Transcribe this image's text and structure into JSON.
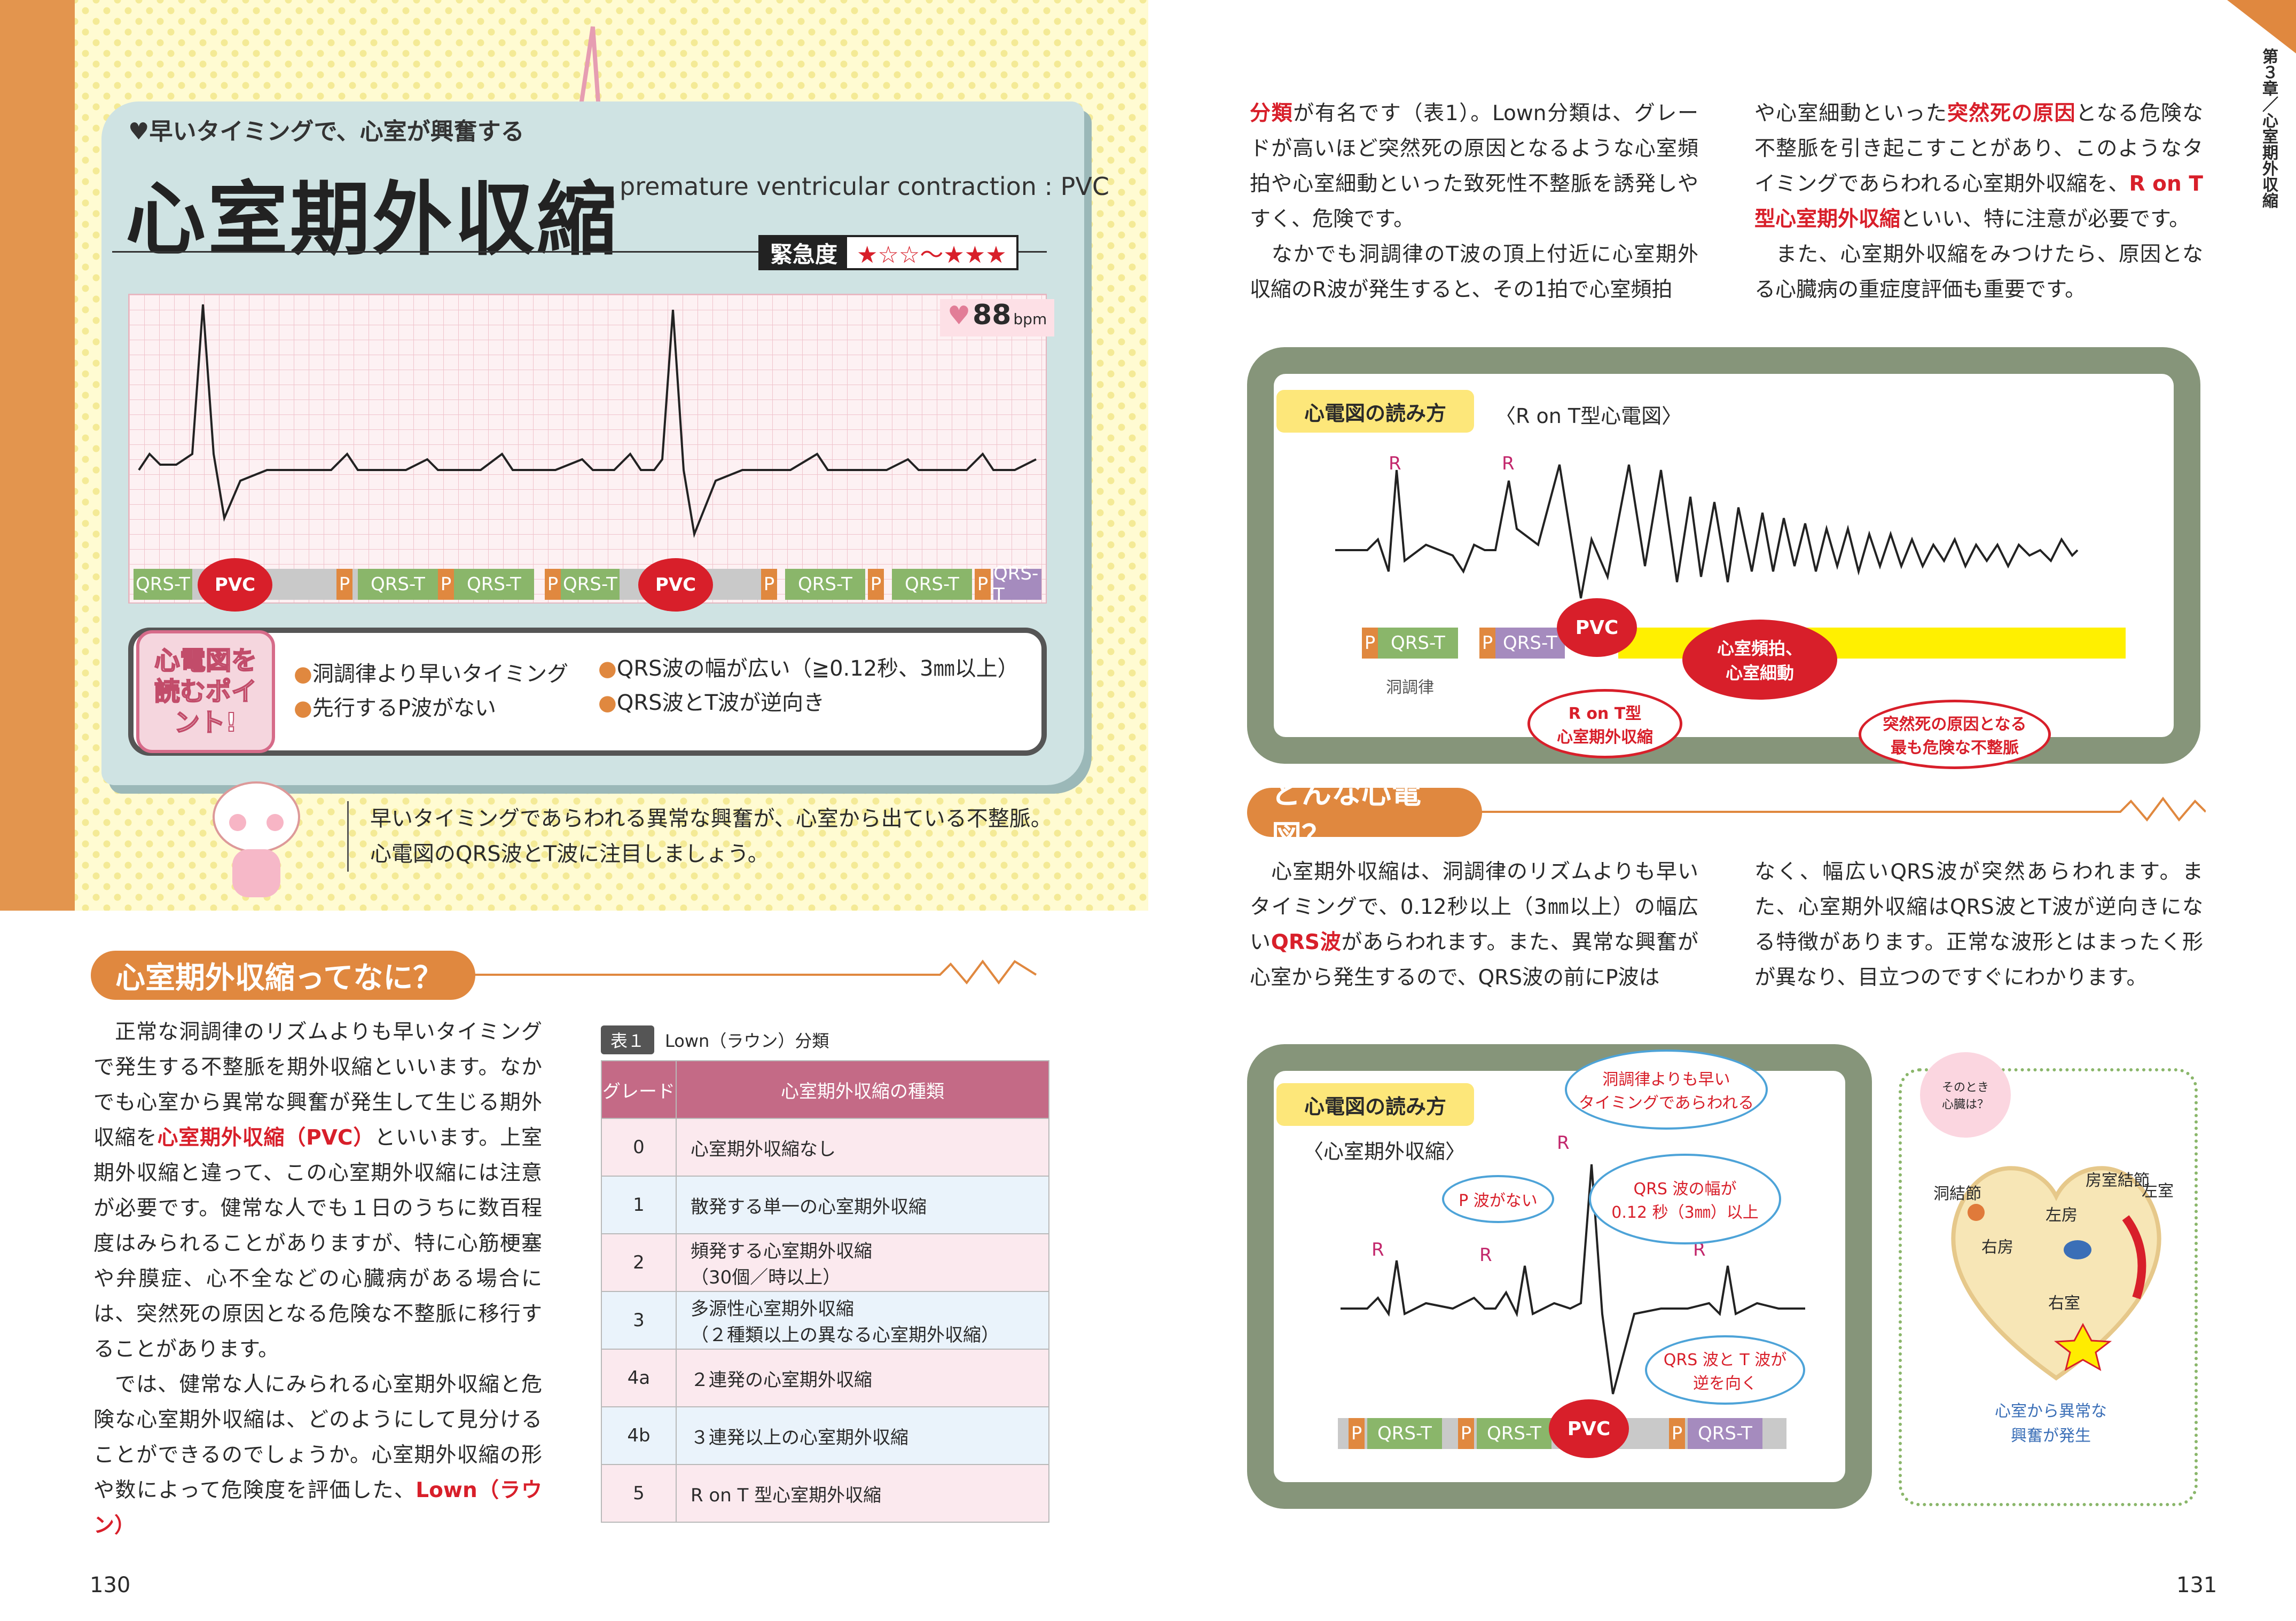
{
  "left_page": {
    "subtitle": "♥早いタイミングで、心室が興奮する",
    "title": "心室期外収縮",
    "english": "premature ventricular contraction : PVC",
    "urgency_label": "緊急度",
    "urgency_value": "★☆☆〜★★★",
    "heart_rate": "88",
    "heart_rate_unit": "bpm",
    "strip_labels": {
      "qrst": "QRS-T",
      "p": "P",
      "pvc": "PVC"
    },
    "points_title": "心電図を読むポイント!",
    "points": [
      "洞調律より早いタイミング",
      "先行するP波がない",
      "QRS波の幅が広い（≧0.12秒、3㎜以上）",
      "QRS波とT波が逆向き"
    ],
    "note": "早いタイミングであらわれる異常な興奮が、心室から出ている不整脈。心電図のQRS波とT波に注目しましょう。",
    "section_title": "心室期外収縮ってなに？",
    "body": [
      {
        "t": "　正常な洞調律のリズムよりも早いタイミングで発生する不整脈を期外収縮といいます。なかでも心室から異常な興奮が発生して生じる期外収縮を"
      },
      {
        "t": "心室期外収縮（PVC）",
        "style": "red"
      },
      {
        "t": "といいます。上室期外収縮と違って、この心室期外収縮には注意が必要です。健常な人でも１日のうちに数百程度はみられることがありますが、特に心筋梗塞や弁膜症、心不全などの心臓病がある場合には、突然死の原因となる危険な不整脈に移行することがあります。"
      },
      {
        "t": "\n　では、健常な人にみられる心室期外収縮と危険な心室期外収縮は、どのようにして見分けることができるのでしょうか。心室期外収縮の形や数によって危険度を評価した、"
      },
      {
        "t": "Lown（ラウン）",
        "style": "red"
      }
    ],
    "table": {
      "tag": "表１",
      "caption": "Lown（ラウン）分類",
      "headers": [
        "グレード",
        "心室期外収縮の種類"
      ],
      "rows": [
        [
          "0",
          "心室期外収縮なし"
        ],
        [
          "1",
          "散発する単一の心室期外収縮"
        ],
        [
          "2",
          "頻発する心室期外収縮\n（30個／時以上）"
        ],
        [
          "3",
          "多源性心室期外収縮\n（２種類以上の異なる心室期外収縮）"
        ],
        [
          "4a",
          "２連発の心室期外収縮"
        ],
        [
          "4b",
          "３連発以上の心室期外収縮"
        ],
        [
          "5",
          "R on T 型心室期外収縮"
        ]
      ]
    },
    "page_number": "130"
  },
  "right_page": {
    "chapter": "第３章／心室期外収縮",
    "col1": [
      {
        "t": "分類",
        "style": "red"
      },
      {
        "t": "が有名です（表1）。Lown分類は、グレードが高いほど突然死の原因となるような心室頻拍や心室細動といった致死性不整脈を誘発しやすく、危険です。\n　なかでも洞調律のT波の頂上付近に心室期外収縮のR波が発生すると、その1拍で心室頻拍"
      }
    ],
    "col2": [
      {
        "t": "や心室細動といった"
      },
      {
        "t": "突然死の原因",
        "style": "red"
      },
      {
        "t": "となる危険な不整脈を引き起こすことがあり、このようなタイミングであらわれる心室期外収縮を、"
      },
      {
        "t": "R on T型心室期外収縮",
        "style": "red"
      },
      {
        "t": "といい、特に注意が必要です。\n　また、心室期外収縮をみつけたら、原因となる心臓病の重症度評価も重要です。"
      }
    ],
    "fig1": {
      "label": "心電図の読み方",
      "sub": "〈R on T型心電図〉",
      "r": "R",
      "p": "P",
      "qrst": "QRS-T",
      "pvc": "PVC",
      "sinus": "洞調律",
      "vt": "心室頻拍、\n心室細動",
      "ront": "R on T型\n心室期外収縮",
      "danger": "突然死の原因となる\n最も危険な不整脈"
    },
    "section_title": "どんな心電図？",
    "col3": [
      {
        "t": "　心室期外収縮は、洞調律のリズムよりも早いタイミングで、0.12秒以上（3㎜以上）の幅広い"
      },
      {
        "t": "QRS波",
        "style": "red"
      },
      {
        "t": "があらわれます。また、異常な興奮が心室から発生するので、QRS波の前にP波は"
      }
    ],
    "col4": [
      {
        "t": "なく、幅広いQRS波が突然あらわれます。また、心室期外収縮はQRS波とT波が逆向きになる特徴があります。正常な波形とはまったく形が異なり、目立つのですぐにわかります。"
      }
    ],
    "fig2": {
      "label": "心電図の読み方",
      "sub": "〈心室期外収縮〉",
      "r": "R",
      "p": "P",
      "qrst": "QRS-T",
      "pvc": "PVC",
      "early": "洞調律よりも早い\nタイミングであらわれる",
      "nop": "P 波がない",
      "wide": "QRS 波の幅が\n0.12 秒（3㎜）以上",
      "opp": "QRS 波と T 波が\n逆を向く"
    },
    "heart": {
      "bubble": "そのとき\n心臓は？",
      "sa": "洞結節",
      "av": "房室結節",
      "la": "左房",
      "ra": "右房",
      "lv": "左室",
      "rv": "右室",
      "note": "心室から異常な\n興奮が発生"
    },
    "page_number": "131"
  },
  "colors": {
    "orange": "#e0883f",
    "red": "#d81f2a",
    "teal": "#cfe3e3",
    "frame": "#86957a",
    "yellow": "#fde77a",
    "purple": "#a58bbe",
    "green": "#8ab66a",
    "table_header": "#c46a86"
  }
}
